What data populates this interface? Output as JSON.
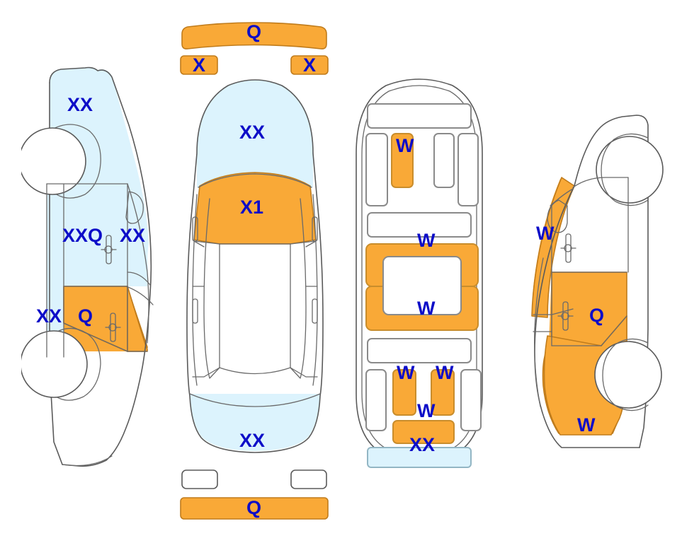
{
  "meta": {
    "view_title": "Vehicle damage diagram",
    "colors": {
      "damage_orange": "#f9a937",
      "highlight_blue": "#dcf3fd",
      "label_blue": "#0d0dc8",
      "outline_gray": "#5a5a5a",
      "background": "#ffffff"
    }
  },
  "panels": {
    "left_side": {
      "name": "left-side-view",
      "labels": {
        "roof": "XX",
        "upper_door_a": "XXQ",
        "upper_door_b": "XX",
        "lower_door_a": "XX",
        "lower_door_b": "Q"
      }
    },
    "top_view": {
      "name": "top-view",
      "labels": {
        "front_bumper": "Q",
        "front_light_left": "X",
        "front_light_right": "X",
        "windshield": "XX",
        "hood": "X1",
        "rear_window": "XX",
        "rear_bumper": "Q"
      }
    },
    "interior": {
      "name": "interior-layout-view",
      "labels": {
        "front_left_seat": "W",
        "mid_row_upper": "W",
        "mid_row_lower": "W",
        "rear_left": "W",
        "rear_right": "W",
        "rear_center": "W",
        "trunk_strip": "XX"
      }
    },
    "right_side": {
      "name": "right-side-view",
      "labels": {
        "front_pillar": "W",
        "door": "Q",
        "rear_quarter": "W"
      }
    }
  }
}
